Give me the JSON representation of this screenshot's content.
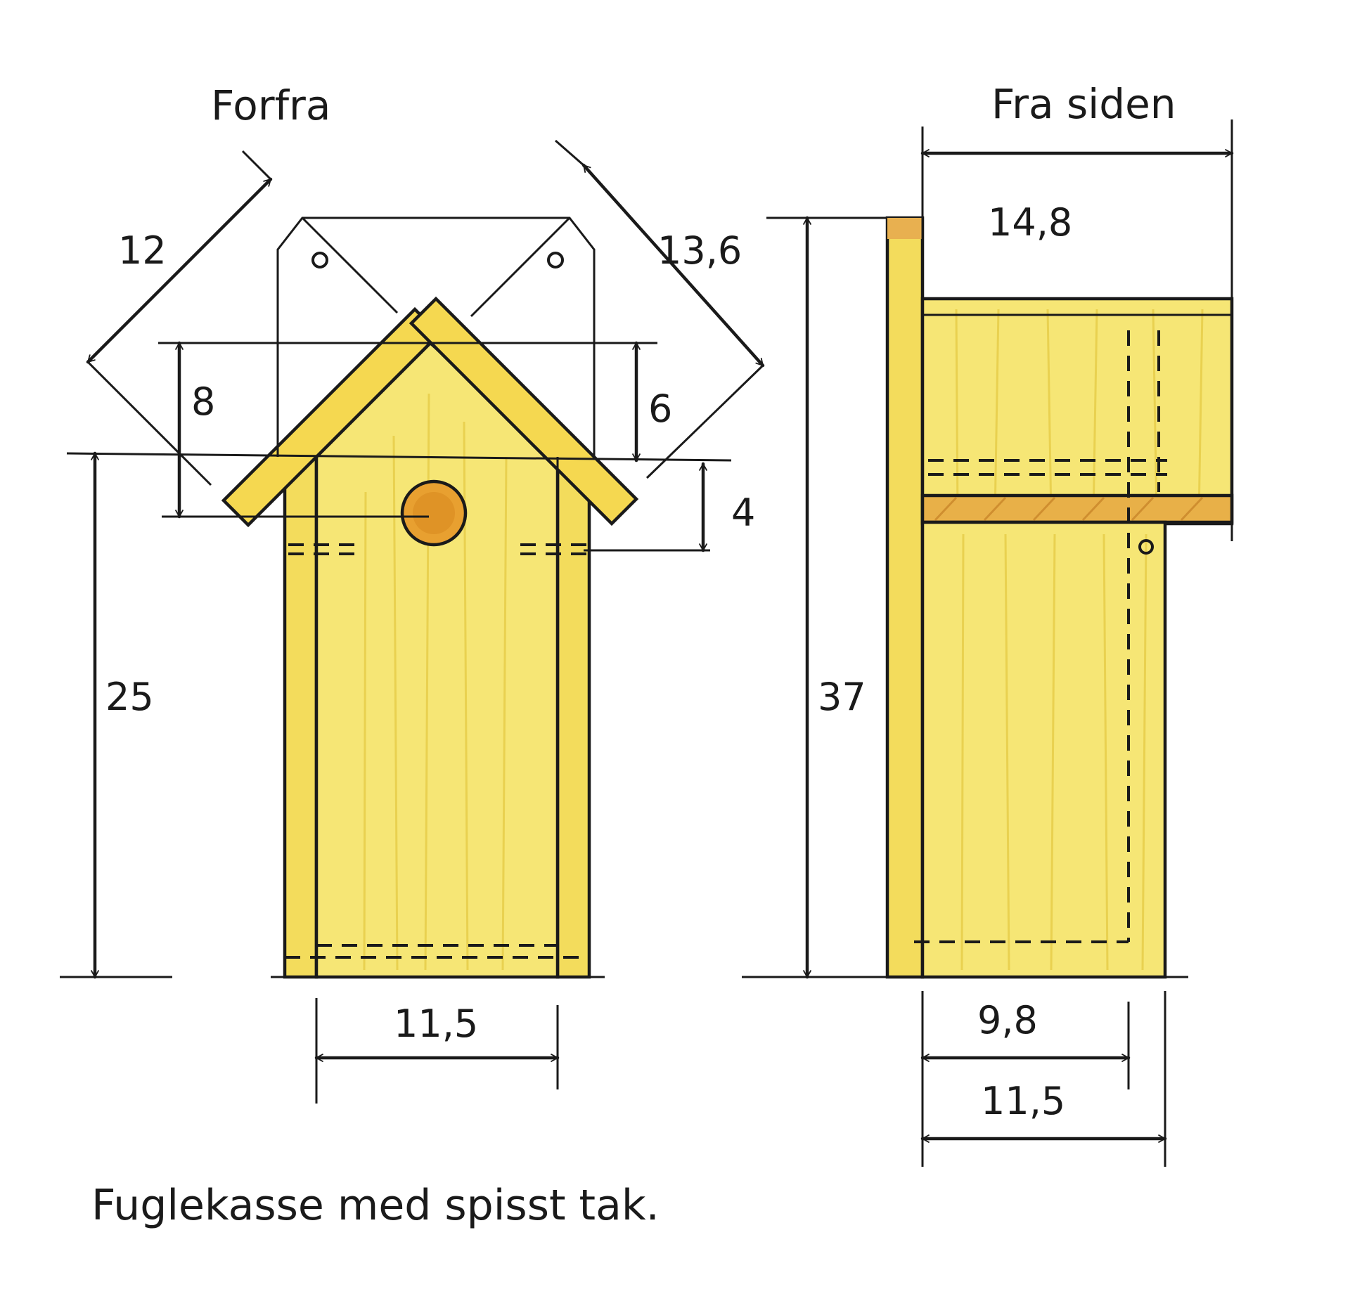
{
  "views": {
    "front_title": "Forfra",
    "side_title": "Fra siden"
  },
  "front_dims": {
    "roof_left": "12",
    "roof_right": "13,6",
    "upper_height": "8",
    "gable_height": "6",
    "hole_offset": "4",
    "wall_height": "25",
    "width": "11,5"
  },
  "side_dims": {
    "total_height": "37",
    "roof_depth": "14,8",
    "inner_depth": "9,8",
    "outer_depth": "11,5"
  },
  "caption": "Fuglekasse med spisst tak.",
  "colors": {
    "wood": "#f6e675",
    "roof": "#f5d850",
    "hole": "#e8a030",
    "line": "#1a1a1a"
  }
}
